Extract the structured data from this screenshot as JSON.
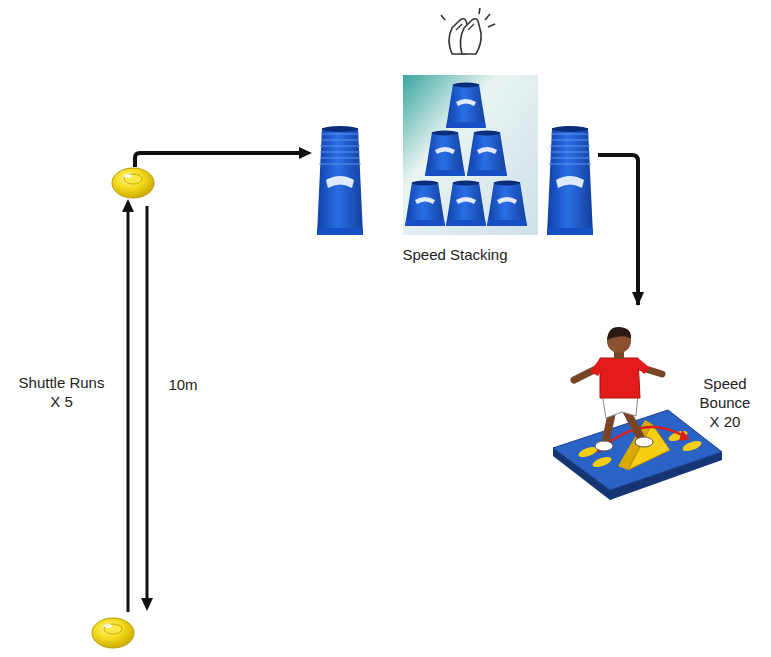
{
  "diagram": {
    "nodes": [
      {
        "text": [
          "Speed Stacking"
        ]
      },
      {
        "text": [
          "Speed Bounce X 20"
        ]
      }
    ],
    "edges": [
      {
        "from": 0,
        "to": 1,
        "arrow": "to"
      }
    ],
    "labels": [
      "Shuttle Runs X 5",
      "10m"
    ]
  }
}
